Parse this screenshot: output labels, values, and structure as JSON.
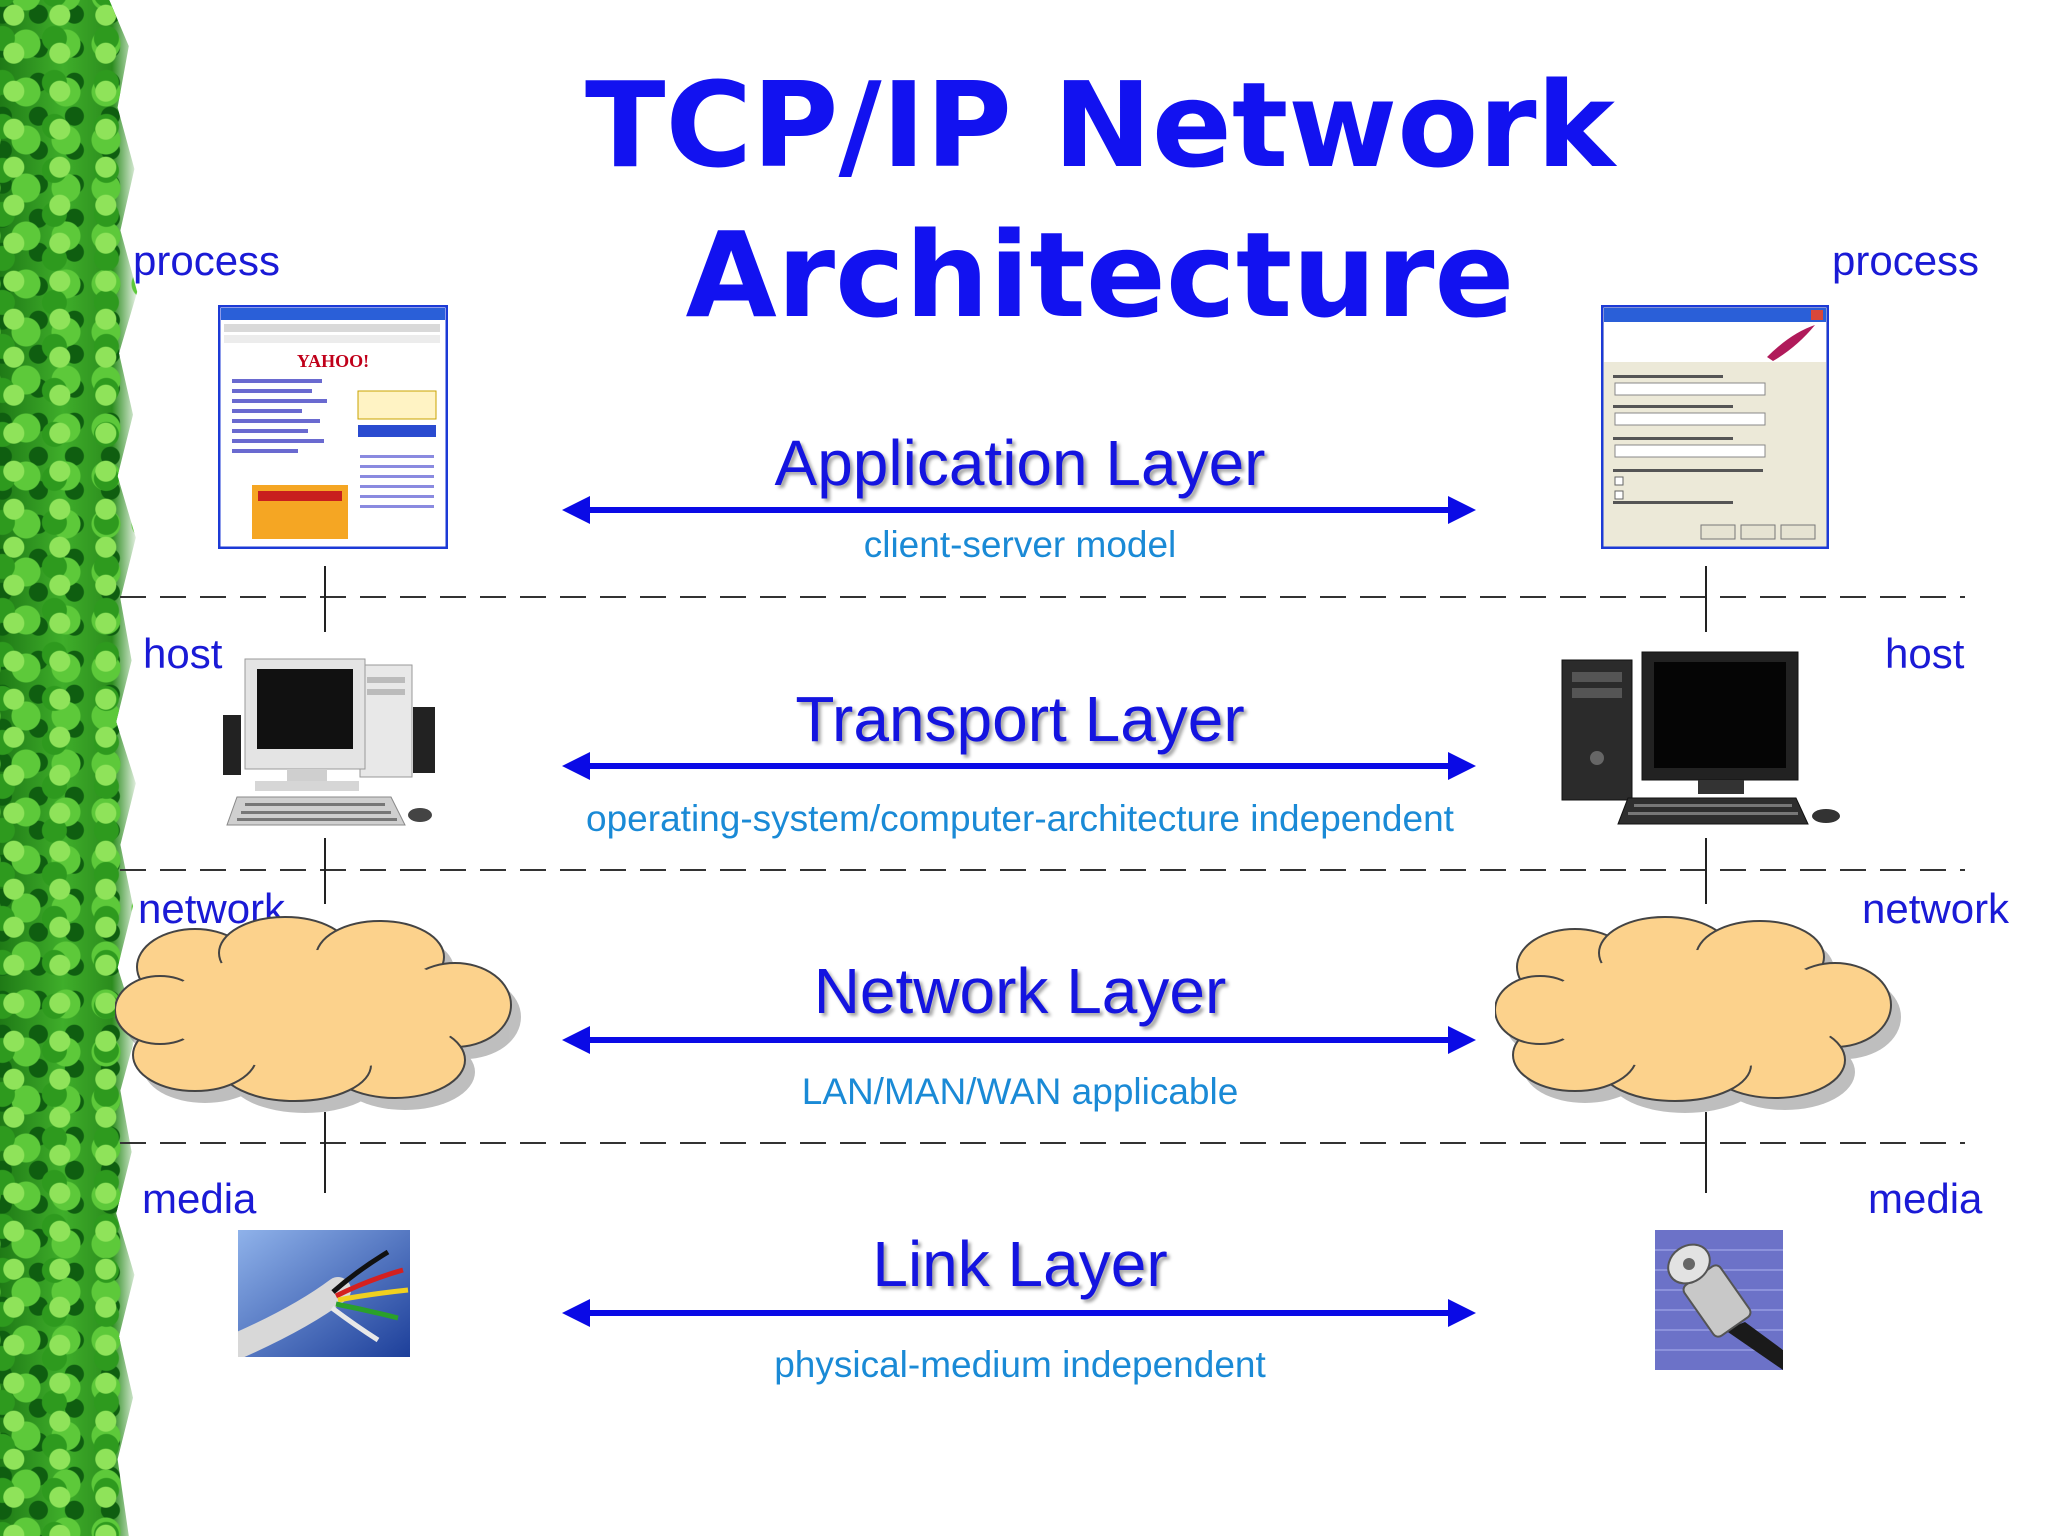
{
  "title": "TCP/IP Network Architecture",
  "left_labels": [
    "process",
    "host",
    "network",
    "media"
  ],
  "right_labels": [
    "process",
    "host",
    "network",
    "media"
  ],
  "layers": [
    {
      "name": "Application Layer",
      "description": "client-server model"
    },
    {
      "name": "Transport Layer",
      "description": "operating-system/computer-architecture independent"
    },
    {
      "name": "Network Layer",
      "description": "LAN/MAN/WAN applicable"
    },
    {
      "name": "Link Layer",
      "description": "physical-medium independent"
    }
  ],
  "browser_logo": "YAHOO!",
  "colors": {
    "title": "#1212f0",
    "label": "#1a1ad6",
    "layer_name": "#1414e0",
    "layer_description": "#1a8ad6",
    "arrow": "#0a0ae6",
    "cloud": "#fcd28c",
    "border_leaves": "#3fae2a"
  },
  "icons": [
    "web-browser-screenshot-icon",
    "dialog-window-screenshot-icon",
    "desktop-computer-icon",
    "tower-computer-icon",
    "cloud-icon",
    "cable-wires-icon",
    "connector-plug-icon",
    "double-arrow-icon"
  ]
}
